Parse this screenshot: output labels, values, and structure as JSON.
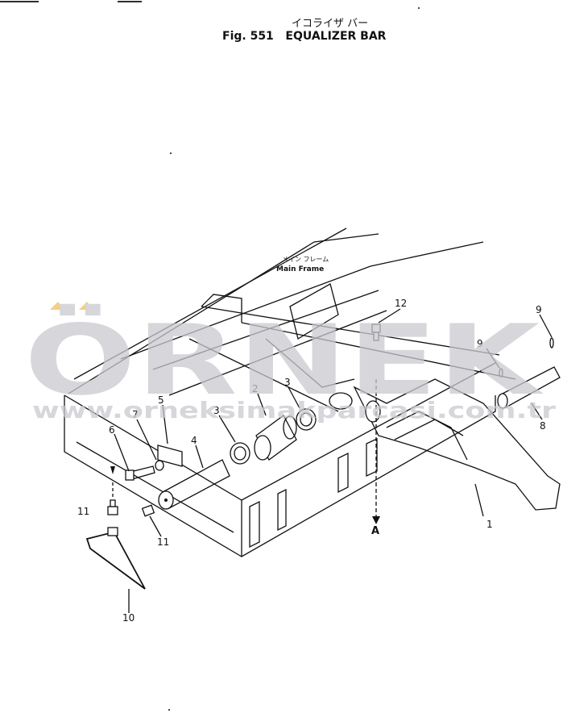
{
  "title": {
    "japanese": "イコライザ バー",
    "english": "Fig. 551   EQUALIZER BAR"
  },
  "frame_label": {
    "japanese": "メイン フレーム",
    "english": "Main Frame"
  },
  "view_marker": "A",
  "callouts": [
    "1",
    "2",
    "3",
    "3",
    "4",
    "5",
    "6",
    "7",
    "8",
    "9",
    "9",
    "10",
    "11",
    "11",
    "12"
  ],
  "watermark": {
    "brand": "ÖRNEK",
    "url": "www.orneksimakparcasi.com.tr",
    "color": "#c9c9cf",
    "accent": "#f0c060"
  }
}
